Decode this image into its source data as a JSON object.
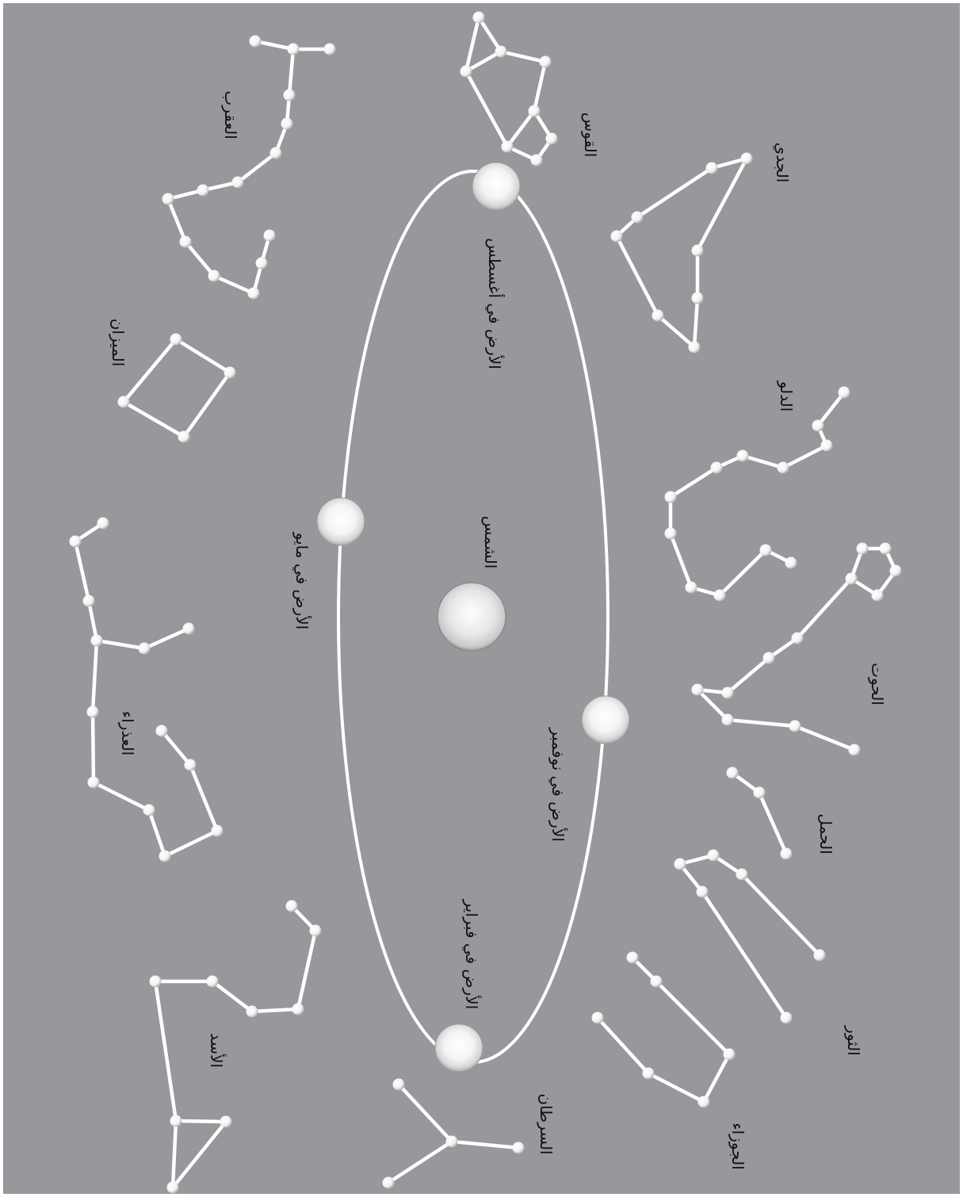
{
  "colors": {
    "background": "#98989c",
    "star": "#ffffff",
    "orbit": "#ffffff",
    "label": "#111111"
  },
  "labels": {
    "sun": "الشمس",
    "earth_feb": "الأرض في فبراير",
    "earth_may": "الأرض في مايو",
    "earth_aug": "الأرض في أغسطس",
    "earth_nov": "الأرض في نوفمبر",
    "scorpio": "العقرب",
    "sagittarius": "القوس",
    "capricorn": "الجدي",
    "libra": "الميزان",
    "aquarius": "الدلو",
    "virgo": "العذراء",
    "pisces": "الحوت",
    "aries": "الحمل",
    "leo": "الأسد",
    "taurus": "الثور",
    "cancer": "السرطان",
    "gemini": "الجوزاء"
  }
}
